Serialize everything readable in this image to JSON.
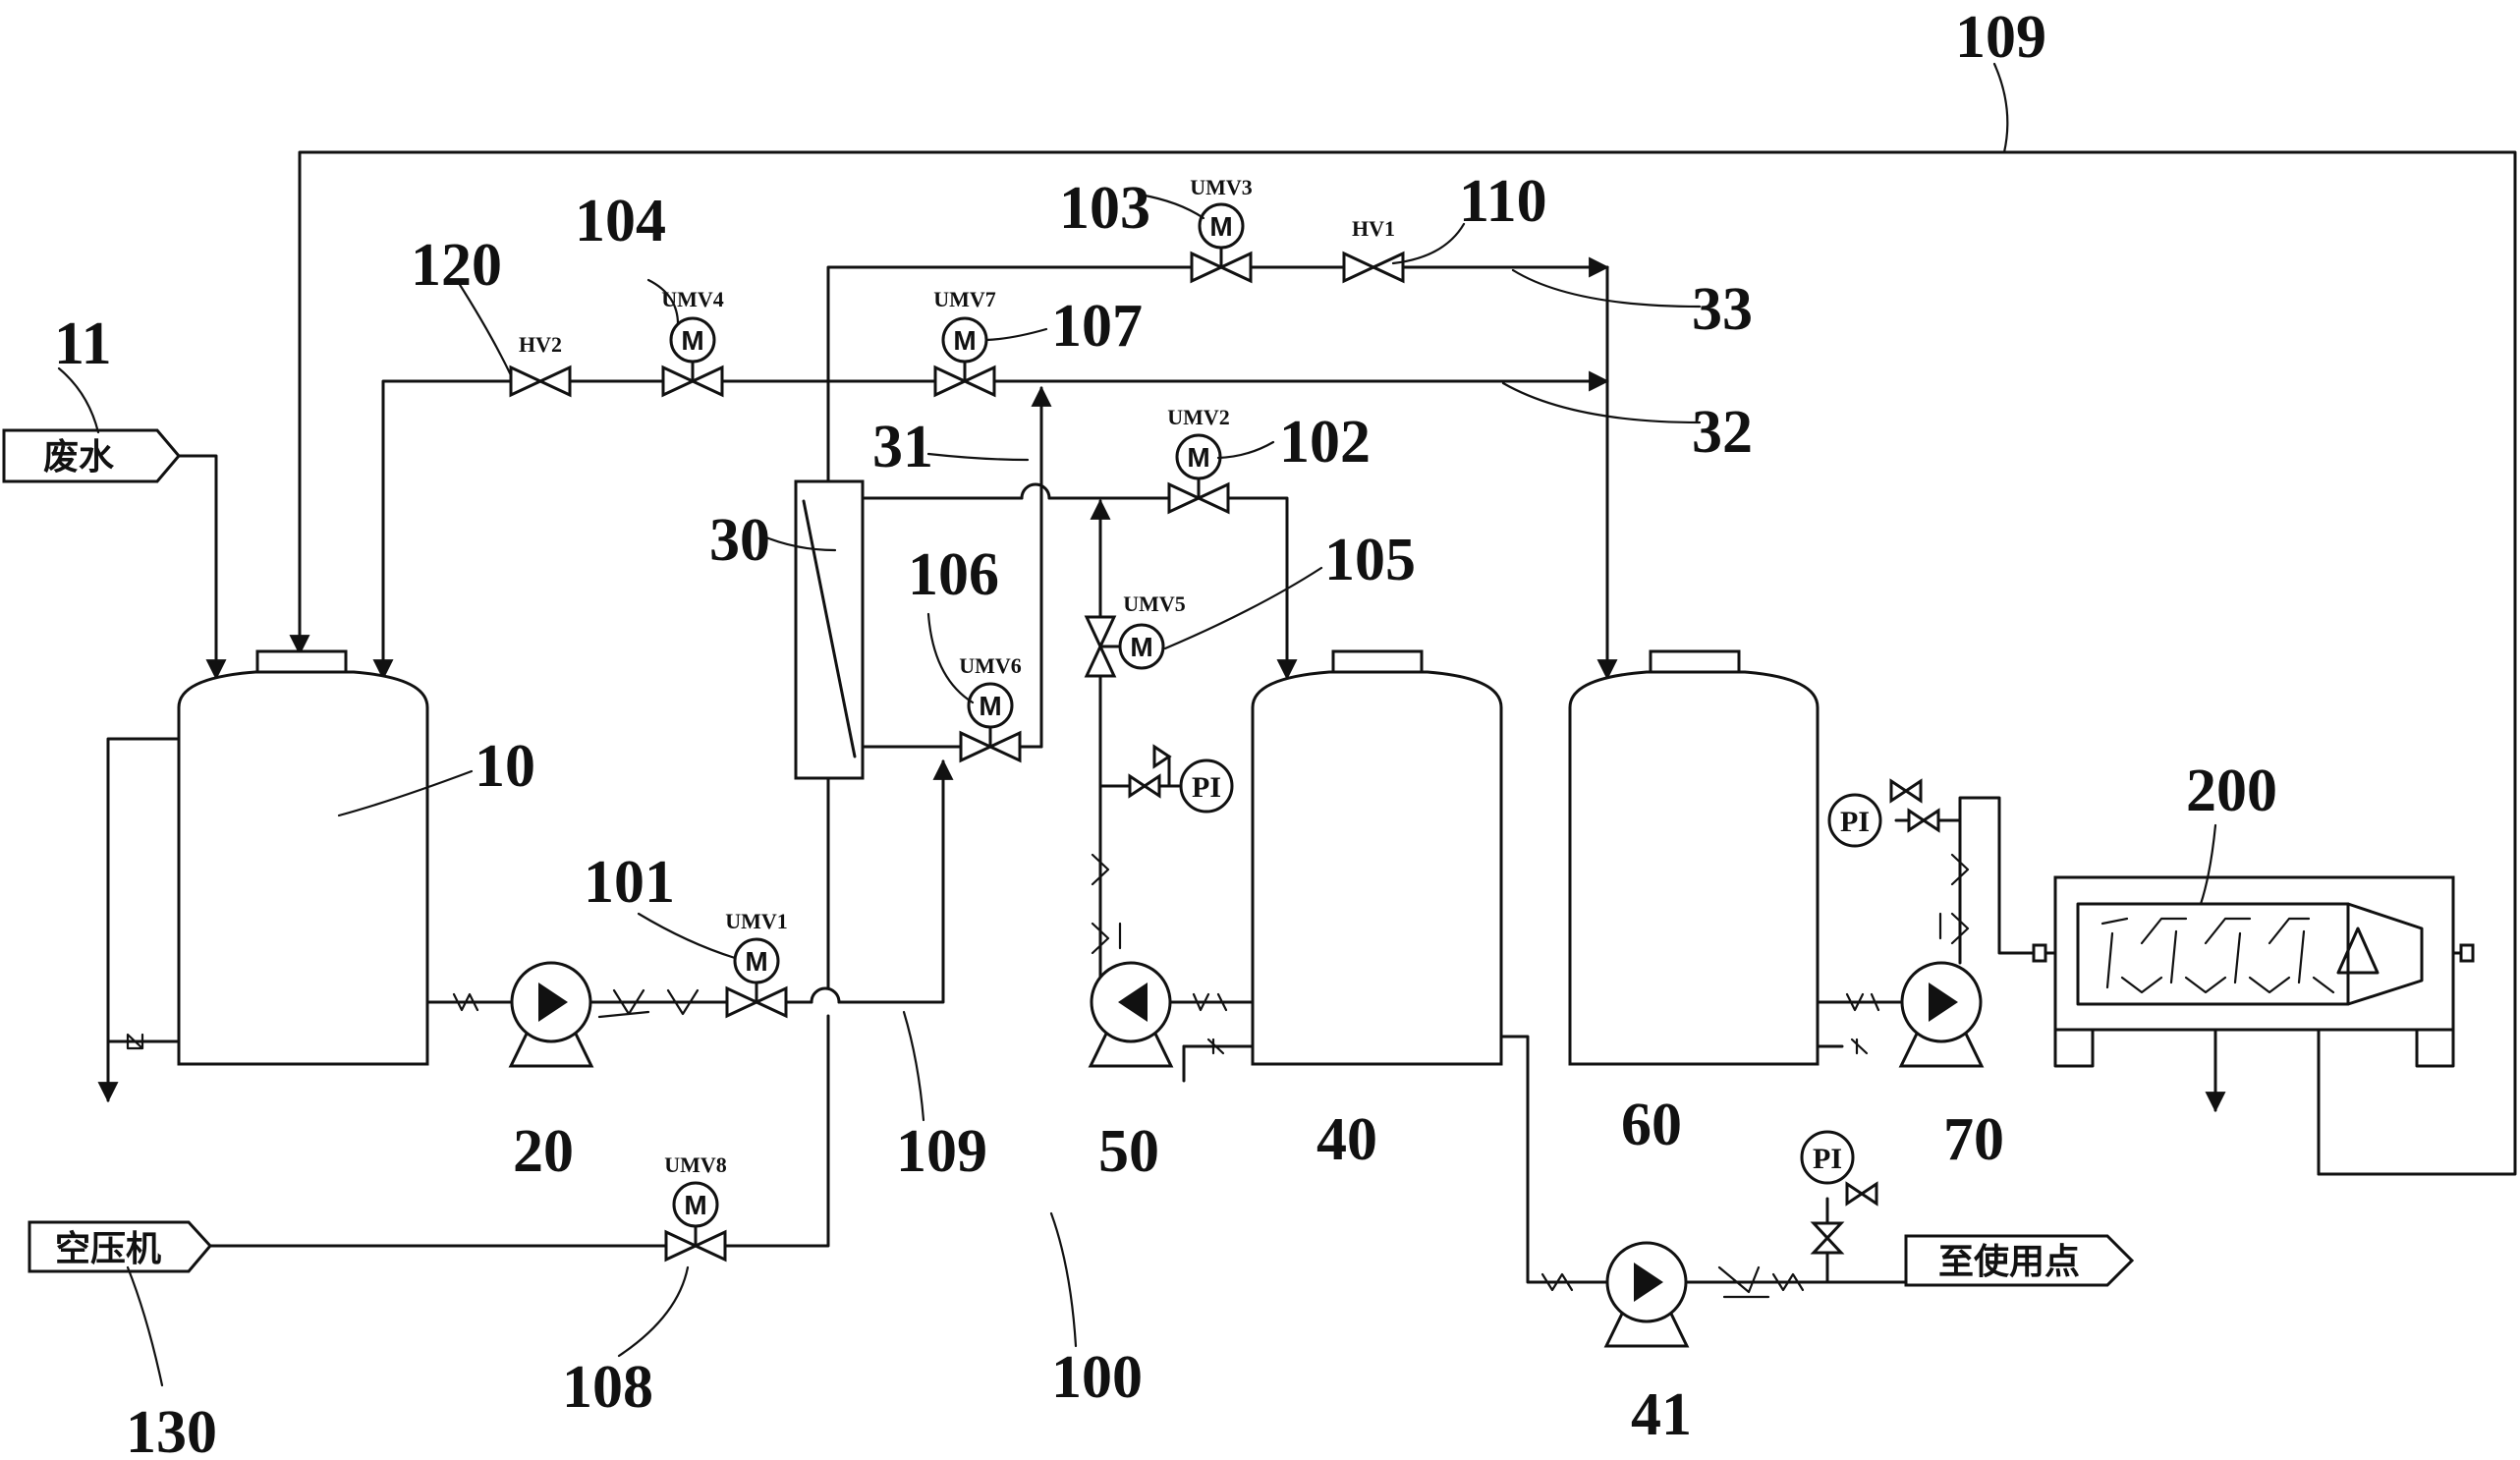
{
  "labels": {
    "n109_top": "109",
    "n109_mid": "109",
    "n110": "110",
    "n103": "103",
    "n104": "104",
    "n120": "120",
    "n107": "107",
    "n33": "33",
    "n32": "32",
    "n31": "31",
    "n102": "102",
    "n11": "11",
    "n30": "30",
    "n105": "105",
    "n106": "106",
    "n10": "10",
    "n200": "200",
    "n101": "101",
    "n20": "20",
    "n50": "50",
    "n40": "40",
    "n60": "60",
    "n70": "70",
    "n100": "100",
    "n108": "108",
    "n130": "130",
    "n41": "41"
  },
  "valve_tags": {
    "umv1": "UMV1",
    "umv2": "UMV2",
    "umv3": "UMV3",
    "umv4": "UMV4",
    "umv5": "UMV5",
    "umv6": "UMV6",
    "umv7": "UMV7",
    "umv8": "UMV8",
    "hv1": "HV1",
    "hv2": "HV2"
  },
  "gauges": {
    "pi_50": "PI",
    "pi_70": "PI",
    "pi_41": "PI"
  },
  "motor_symbol": "M",
  "boxes": {
    "wastewater": "废水",
    "air_compressor": "空压机",
    "to_use_point": "至使用点"
  }
}
